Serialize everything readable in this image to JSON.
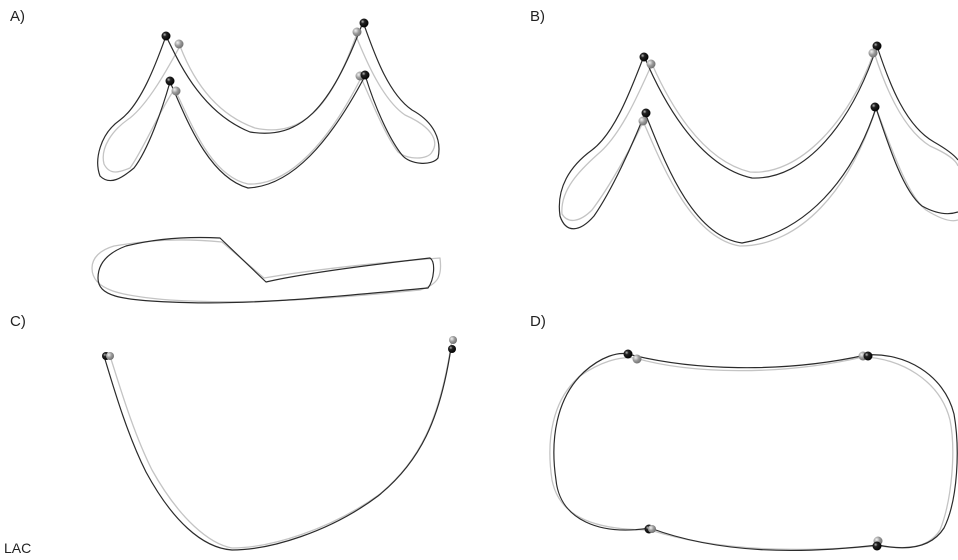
{
  "figure": {
    "panels": [
      {
        "id": "A",
        "label": "A)"
      },
      {
        "id": "B",
        "label": "B)"
      },
      {
        "id": "C",
        "label": "C)"
      },
      {
        "id": "D",
        "label": "D)"
      }
    ],
    "footer_label": "LAC",
    "colors": {
      "dark_contour": "#2b2b2b",
      "light_contour": "#c4c4c4",
      "dark_marker": "#111111",
      "light_marker": "#9a9a9a"
    }
  }
}
